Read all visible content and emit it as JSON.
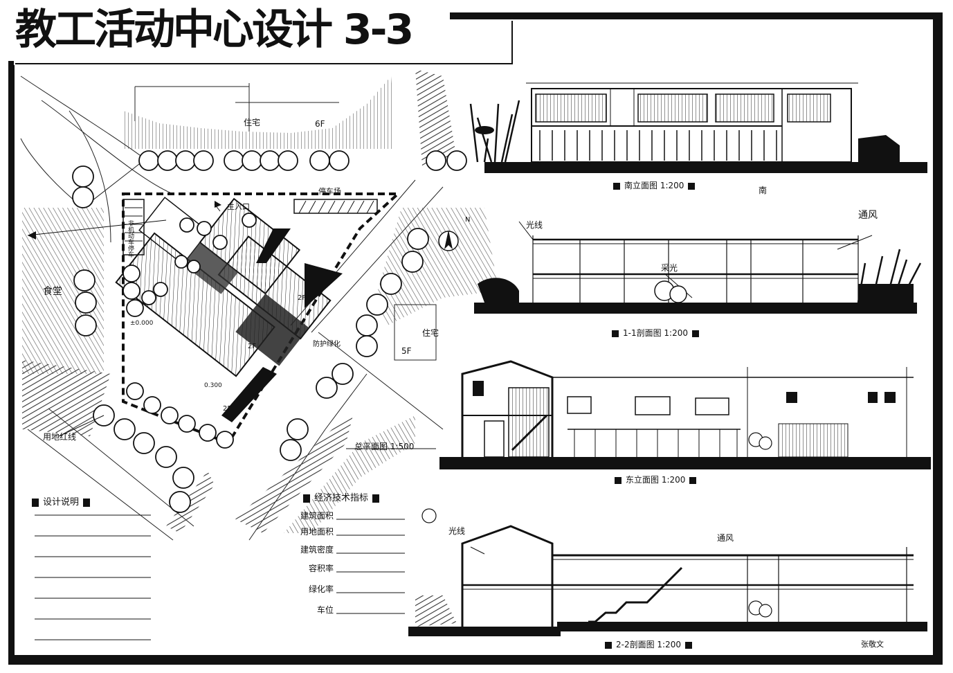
{
  "title": "教工活动中心设计 3-3",
  "site_plan": {
    "caption": "总平面图 1:500",
    "labels": {
      "canteen": "食堂",
      "residential_top": "住宅",
      "residential_top_floors": "6F",
      "residential_right": "住宅",
      "residential_right_floors": "5F",
      "residential_top_short": "住宅",
      "parking": "停车场",
      "site_boundary": "用地红线",
      "main_entry": "主入口",
      "north": "N",
      "floors_2f_a": "2F",
      "floors_2f_b": "2F",
      "floors_2f_c": "2F",
      "elevation_000": "±0.000",
      "elevation_0300": "0.300",
      "green_belt": "防护绿化",
      "vertical_notes": "非机动车停车"
    }
  },
  "drawings": {
    "south_elevation": "南立面图 1:200",
    "south_mark": "南",
    "section_1": "1-1剖面图 1:200",
    "section_1_notes": {
      "light": "光线",
      "vent": "通风",
      "lighting": "采光"
    },
    "east_elevation": "东立面图 1:200",
    "section_2": "2-2剖面图 1:200",
    "section_2_notes": {
      "light": "光线",
      "vent": "通风"
    }
  },
  "design_notes": {
    "title": "设计说明"
  },
  "tech_indicators": {
    "title": "经济技术指标",
    "items": [
      "建筑面积",
      "用地面积",
      "建筑密度",
      "容积率",
      "绿化率",
      "车位"
    ]
  },
  "signature": "张敬文",
  "colors": {
    "ink": "#111111",
    "paper": "#ffffff",
    "hatch": "#555555"
  }
}
